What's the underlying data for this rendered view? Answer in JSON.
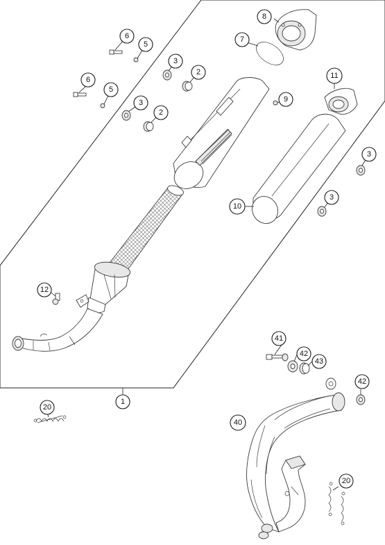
{
  "callouts": {
    "c1": "1",
    "c2a": "2",
    "c2b": "2",
    "c3a": "3",
    "c3b": "3",
    "c3c": "3",
    "c3d": "3",
    "c5a": "5",
    "c5b": "5",
    "c6a": "6",
    "c6b": "6",
    "c7": "7",
    "c8": "8",
    "c9": "9",
    "c10": "10",
    "c11": "11",
    "c12": "12",
    "c20a": "20",
    "c20b": "20",
    "c40": "40",
    "c41": "41",
    "c42a": "42",
    "c42b": "42",
    "c43": "43"
  }
}
